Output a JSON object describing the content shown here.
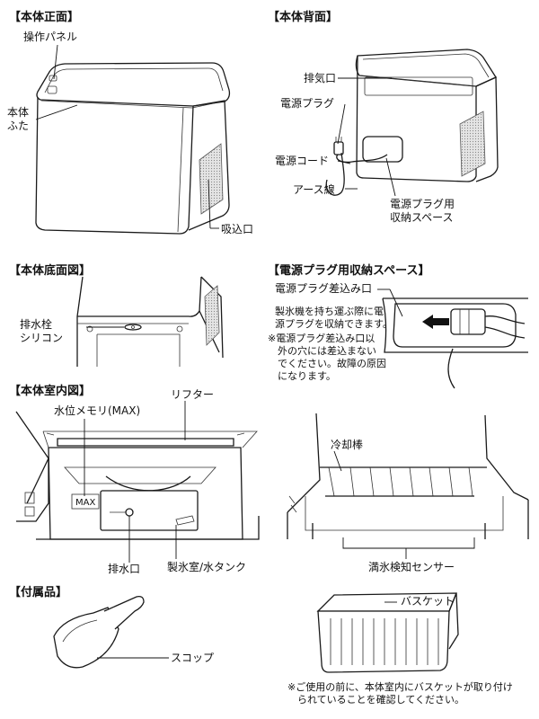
{
  "sections": {
    "front": {
      "title": "【本体正面】",
      "labels": {
        "panel": "操作パネル",
        "lid_1": "本体",
        "lid_2": "ふた",
        "intake": "吸込口"
      }
    },
    "back": {
      "title": "【本体背面】",
      "labels": {
        "exhaust": "排気口",
        "plug": "電源プラグ",
        "cord": "電源コード",
        "earth": "アース線",
        "storage_1": "電源プラグ用",
        "storage_2": "収納スペース"
      }
    },
    "bottom": {
      "title": "【本体底面図】",
      "labels": {
        "drain_1": "排水栓",
        "drain_2": "シリコン"
      }
    },
    "plug_storage": {
      "title": "【電源プラグ用収納スペース】",
      "labels": {
        "insert": "電源プラグ差込み口"
      },
      "notes": [
        "製氷機を持ち運ぶ際に電",
        "源プラグを収納できます。",
        "※電源プラグ差込み口以",
        "　外の穴には差込まない",
        "　でください。故障の原因",
        "　になります。"
      ]
    },
    "interior": {
      "title": "【本体室内図】",
      "labels": {
        "water_level": "水位メモリ(MAX)",
        "lifter": "リフター",
        "max_mark": "MAX",
        "drain_port": "排水口",
        "ice_tank": "製氷室/水タンク",
        "cooling": "冷却棒",
        "sensor": "満氷検知センサー"
      }
    },
    "accessories": {
      "title": "【付属品】",
      "labels": {
        "scoop": "スコップ",
        "basket": "バスケット"
      },
      "notes": [
        "※ご使用の前に、本体室内にバスケットが取り付け",
        "　られていることを確認してください。"
      ]
    }
  }
}
